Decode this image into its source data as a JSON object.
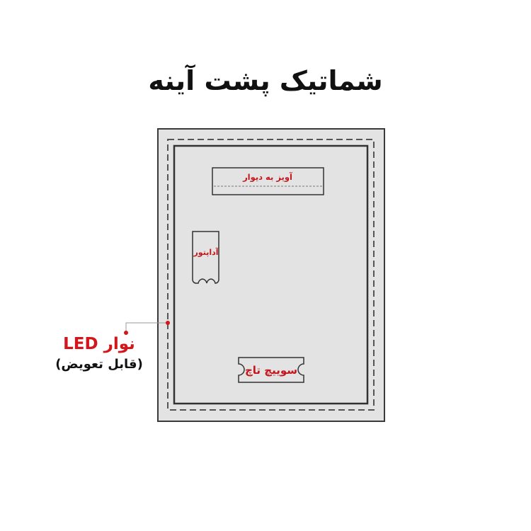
{
  "title": "شماتیک پشت آینه",
  "labels": {
    "wall_hanger": "آویز به دیوار",
    "adapter": "آداپتور",
    "touch_switch": "سوییچ تاچ",
    "led_strip": "نوار LED",
    "replaceable": "(قابل تعویض)"
  },
  "colors": {
    "panel_fill": "#e3e3e3",
    "outline": "#3a3a3a",
    "label_red": "#c4161c",
    "callout_red": "#d2161c"
  }
}
